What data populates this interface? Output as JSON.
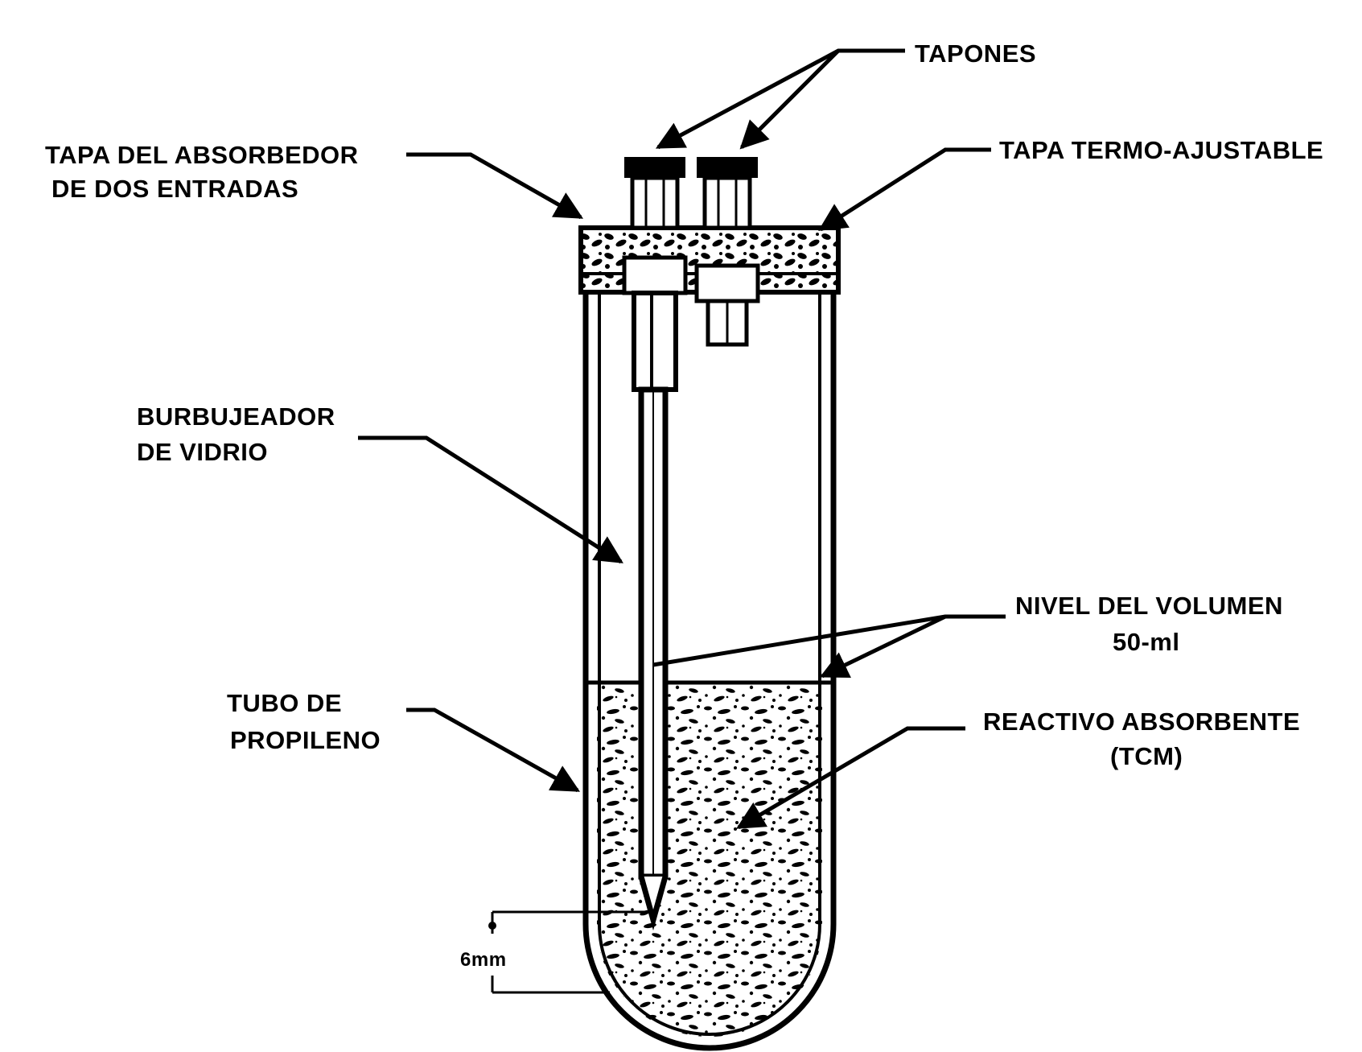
{
  "labels": {
    "tapones": "TAPONES",
    "tapa_absorbedor_line1": "TAPA DEL ABSORBEDOR",
    "tapa_absorbedor_line2": "DE DOS ENTRADAS",
    "tapa_termo": "TAPA TERMO-AJUSTABLE",
    "burbujeador_line1": "BURBUJEADOR",
    "burbujeador_line2": "DE VIDRIO",
    "nivel_line1": "NIVEL DEL VOLUMEN",
    "nivel_line2": "50-ml",
    "tubo_line1": "TUBO DE",
    "tubo_line2": "PROPILENO",
    "reactivo_line1": "REACTIVO ABSORBENTE",
    "reactivo_line2": "(TCM)",
    "dimension": "6mm"
  },
  "colors": {
    "ink": "#000000",
    "paper": "#ffffff"
  }
}
